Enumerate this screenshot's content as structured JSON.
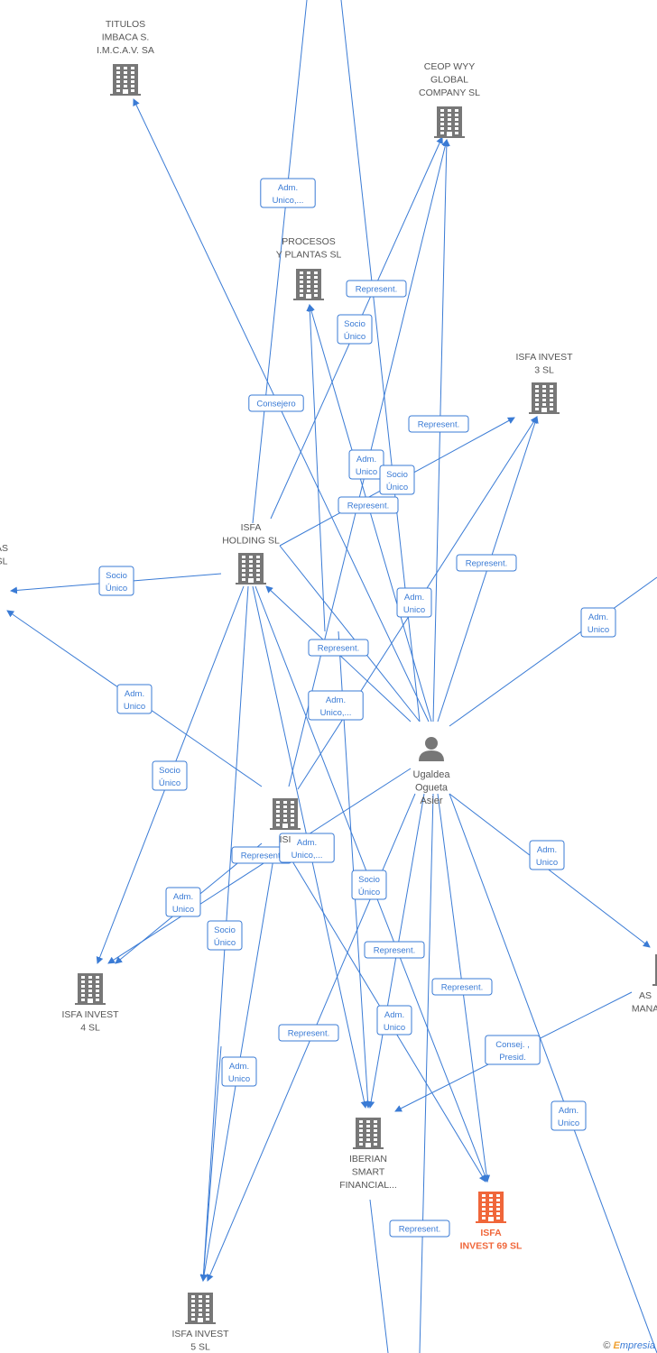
{
  "nodes": [
    {
      "id": "titulos",
      "lines": [
        "TITULOS",
        "IMBACA S.",
        "I.M.C.A.V. SA"
      ],
      "kind": "company"
    },
    {
      "id": "ceop",
      "lines": [
        "CEOP WYY",
        "GLOBAL",
        "COMPANY SL"
      ],
      "kind": "company"
    },
    {
      "id": "procesos",
      "lines": [
        "PROCESOS",
        "Y PLANTAS  SL"
      ],
      "kind": "company"
    },
    {
      "id": "isfa3",
      "lines": [
        "ISFA INVEST",
        "3  SL"
      ],
      "kind": "company"
    },
    {
      "id": "holding",
      "lines": [
        "ISFA",
        "HOLDING  SL"
      ],
      "kind": "company"
    },
    {
      "id": "leftcut",
      "lines": [
        "AS",
        "SL"
      ],
      "kind": "company"
    },
    {
      "id": "isf_mid",
      "lines": [
        "ISI"
      ],
      "kind": "company"
    },
    {
      "id": "person",
      "lines": [
        "Ugaldea",
        "Ogueta",
        "Asier"
      ],
      "kind": "person"
    },
    {
      "id": "isfa4",
      "lines": [
        "ISFA INVEST",
        "4  SL"
      ],
      "kind": "company"
    },
    {
      "id": "rightcut",
      "lines": [
        "AS",
        "MANA"
      ],
      "kind": "company"
    },
    {
      "id": "iberian",
      "lines": [
        "IBERIAN",
        "SMART",
        "FINANCIAL..."
      ],
      "kind": "company"
    },
    {
      "id": "isfa69",
      "lines": [
        "ISFA",
        "INVEST 69  SL"
      ],
      "kind": "highlight"
    },
    {
      "id": "isfa5",
      "lines": [
        "ISFA INVEST",
        "5  SL"
      ],
      "kind": "company"
    }
  ],
  "edge_labels": [
    {
      "id": "e1",
      "lines": [
        "Adm.",
        "Unico,..."
      ]
    },
    {
      "id": "e2",
      "lines": [
        "Represent."
      ]
    },
    {
      "id": "e3",
      "lines": [
        "Socio",
        "Único"
      ]
    },
    {
      "id": "e4",
      "lines": [
        "Consejero"
      ]
    },
    {
      "id": "e5",
      "lines": [
        "Represent."
      ]
    },
    {
      "id": "e6",
      "lines": [
        "Adm.",
        "Unico"
      ]
    },
    {
      "id": "e7",
      "lines": [
        "Socio",
        "Único"
      ]
    },
    {
      "id": "e8",
      "lines": [
        "Represent."
      ]
    },
    {
      "id": "e9",
      "lines": [
        "Represent."
      ]
    },
    {
      "id": "e10",
      "lines": [
        "Socio",
        "Único"
      ]
    },
    {
      "id": "e11",
      "lines": [
        "Adm.",
        "Unico"
      ]
    },
    {
      "id": "e12",
      "lines": [
        "Adm.",
        "Unico"
      ]
    },
    {
      "id": "e13",
      "lines": [
        "Represent."
      ]
    },
    {
      "id": "e14",
      "lines": [
        "Adm.",
        "Unico"
      ]
    },
    {
      "id": "e15",
      "lines": [
        "Adm.",
        "Unico,..."
      ]
    },
    {
      "id": "e16",
      "lines": [
        "Socio",
        "Único"
      ]
    },
    {
      "id": "e17",
      "lines": [
        "Adm.",
        "Unico"
      ]
    },
    {
      "id": "e18",
      "lines": [
        "Represent."
      ]
    },
    {
      "id": "e19",
      "lines": [
        "Adm.",
        "Unico,..."
      ]
    },
    {
      "id": "e20",
      "lines": [
        "Adm.",
        "Unico"
      ]
    },
    {
      "id": "e21",
      "lines": [
        "Socio",
        "Único"
      ]
    },
    {
      "id": "e22",
      "lines": [
        "Socio",
        "Único"
      ]
    },
    {
      "id": "e23",
      "lines": [
        "Represent."
      ]
    },
    {
      "id": "e24",
      "lines": [
        "Represent."
      ]
    },
    {
      "id": "e25",
      "lines": [
        "Represent."
      ]
    },
    {
      "id": "e26",
      "lines": [
        "Adm.",
        "Unico"
      ]
    },
    {
      "id": "e27",
      "lines": [
        "Consej. ,",
        "Presid."
      ]
    },
    {
      "id": "e28",
      "lines": [
        "Adm.",
        "Unico"
      ]
    },
    {
      "id": "e29",
      "lines": [
        "Adm.",
        "Unico"
      ]
    },
    {
      "id": "e30",
      "lines": [
        "Represent."
      ]
    }
  ],
  "watermark": {
    "copyright": "©",
    "brand_initial": "E",
    "brand_rest": "mpresia"
  },
  "colors": {
    "edge": "#3a7bd5",
    "building": "#777777",
    "highlight": "#f0663a"
  }
}
